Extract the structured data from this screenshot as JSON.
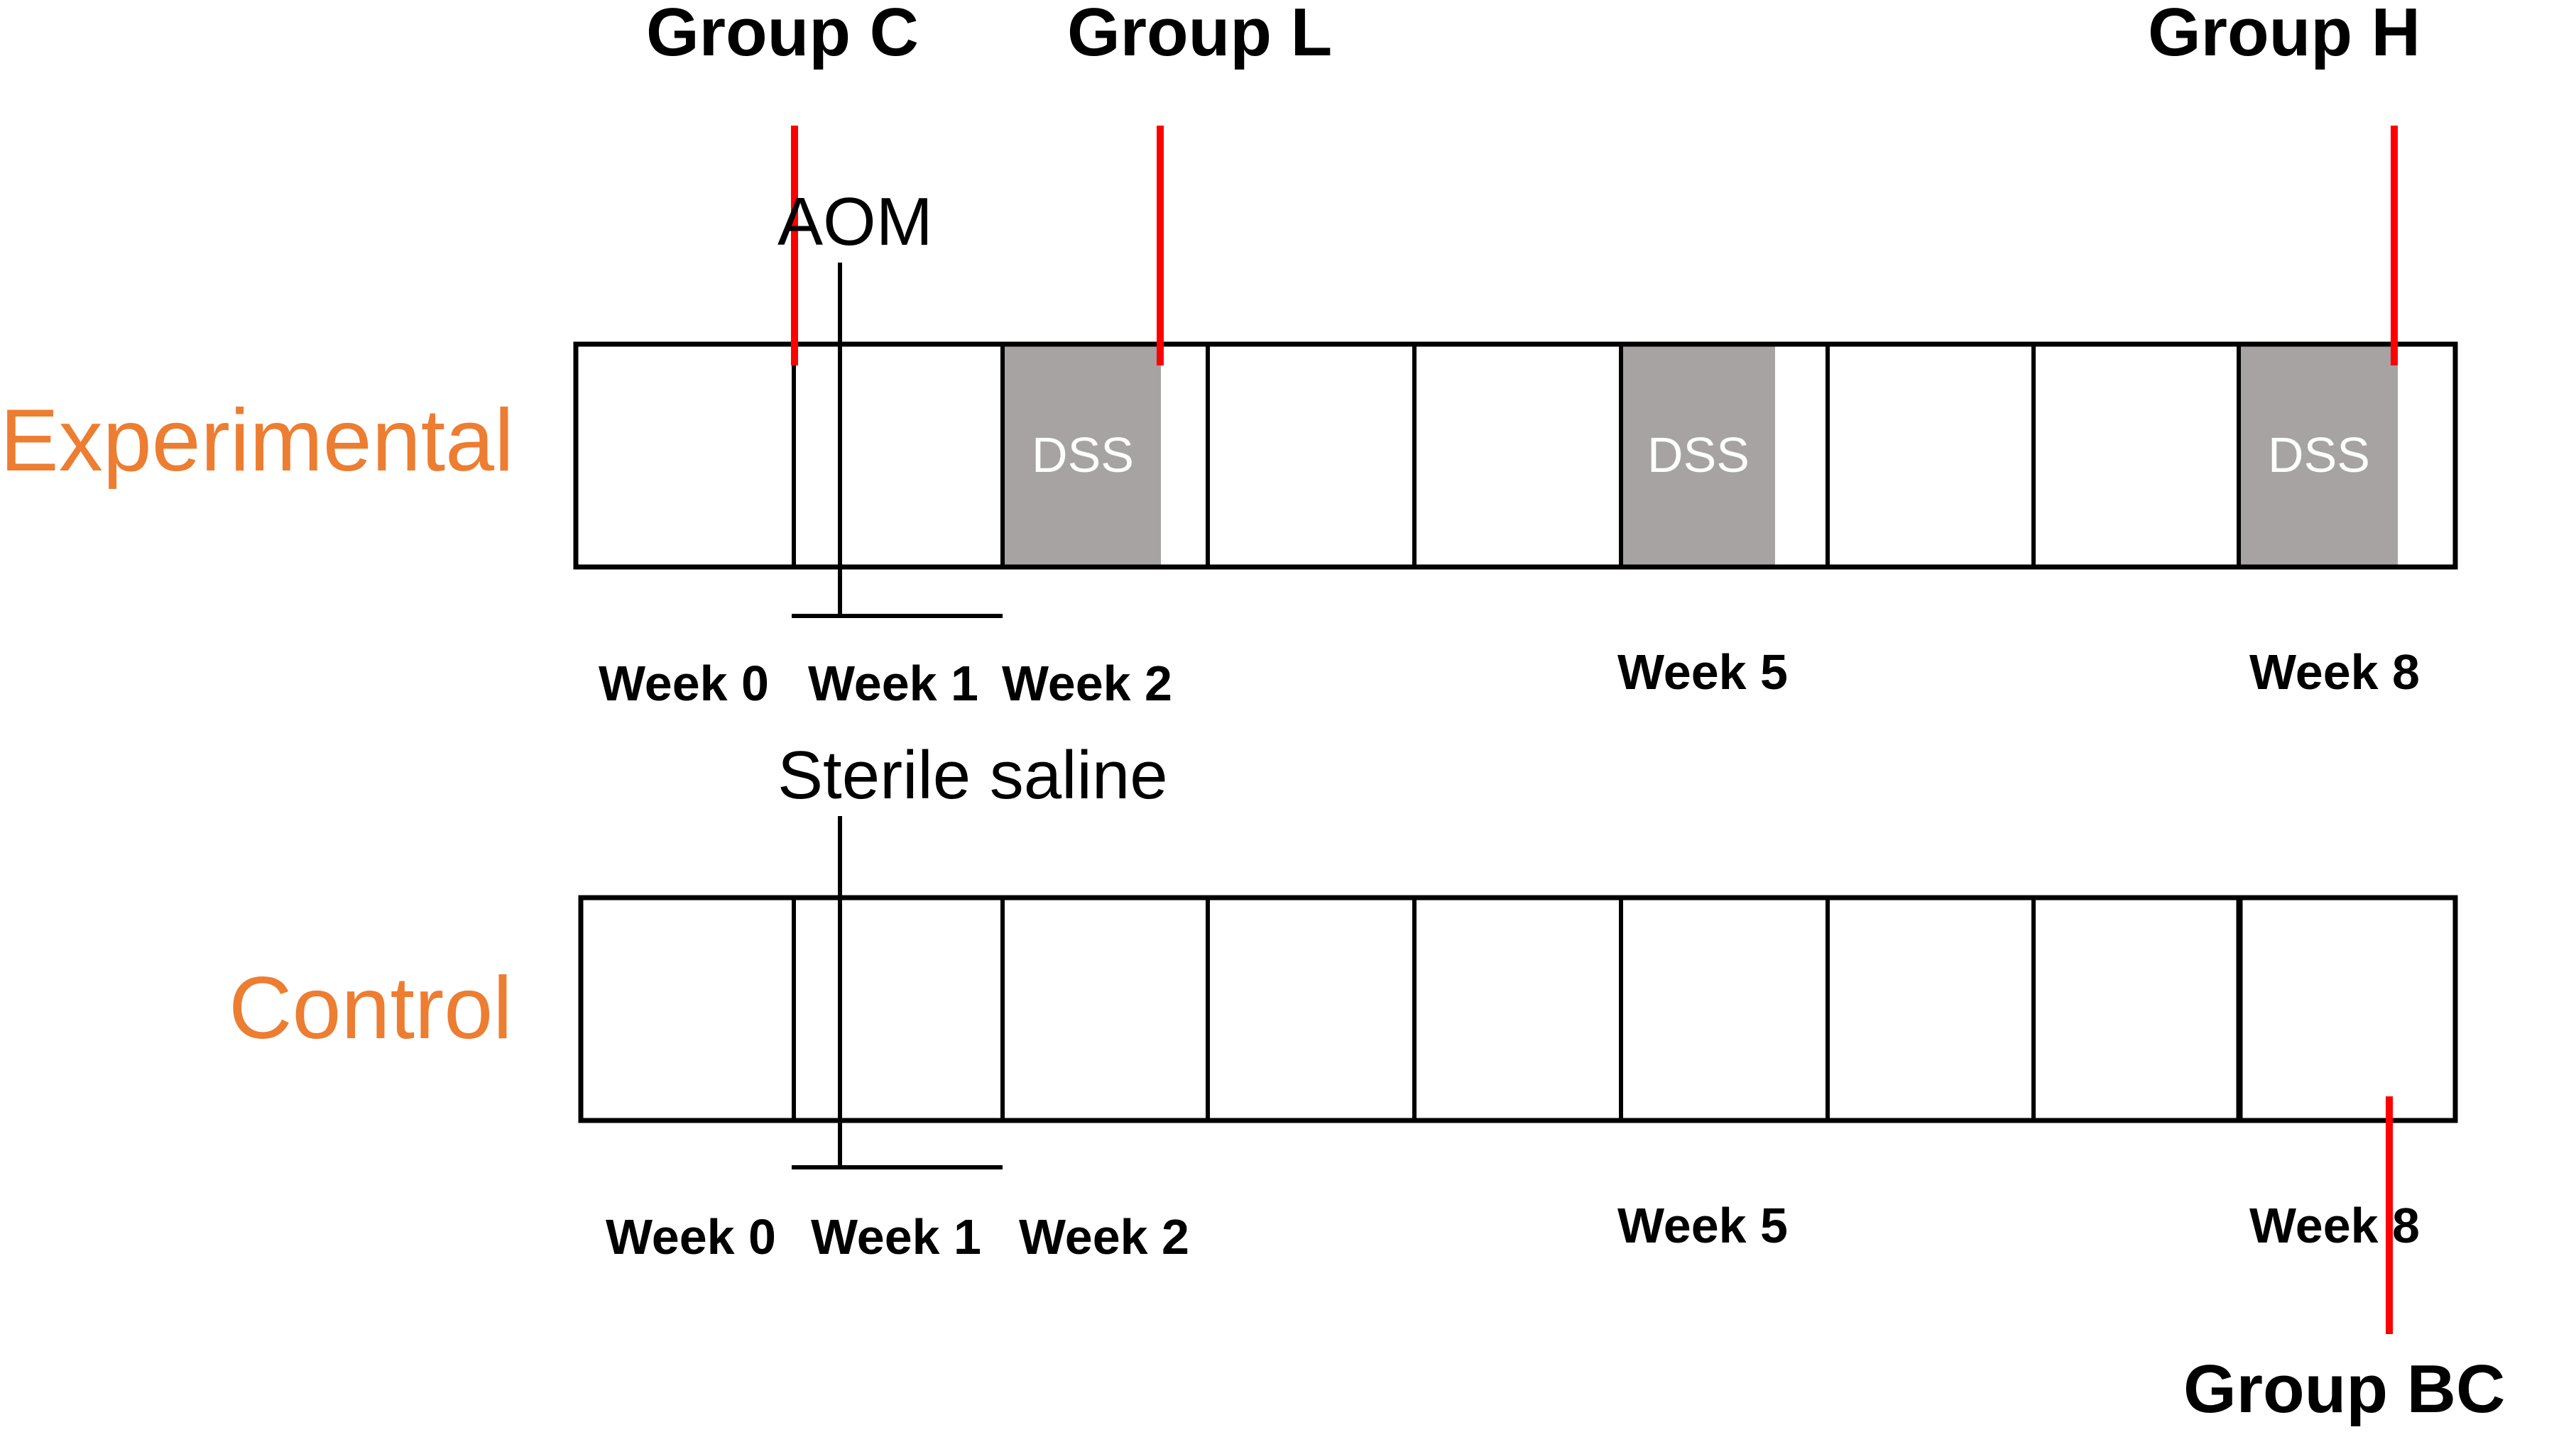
{
  "colors": {
    "row_label": "#ed7d31",
    "sampling_marker": "#ff0000",
    "dss_fill": "#a6a3a2",
    "outline": "#000000"
  },
  "group_labels": {
    "group_c": "Group C",
    "group_l": "Group L",
    "group_h": "Group H",
    "group_bc": "Group BC"
  },
  "experimental": {
    "label": "Experimental",
    "agent": "AOM",
    "treatments": [
      "DSS",
      "DSS",
      "DSS"
    ],
    "week_labels": {
      "w0": "Week 0",
      "w1": "Week 1",
      "w2": "Week 2",
      "w5": "Week 5",
      "w8": "Week 8"
    }
  },
  "control": {
    "label": "Control",
    "agent": "Sterile saline",
    "week_labels": {
      "w0": "Week 0",
      "w1": "Week 1",
      "w2": "Week 2",
      "w5": "Week 5",
      "w8": "Week 8"
    }
  }
}
